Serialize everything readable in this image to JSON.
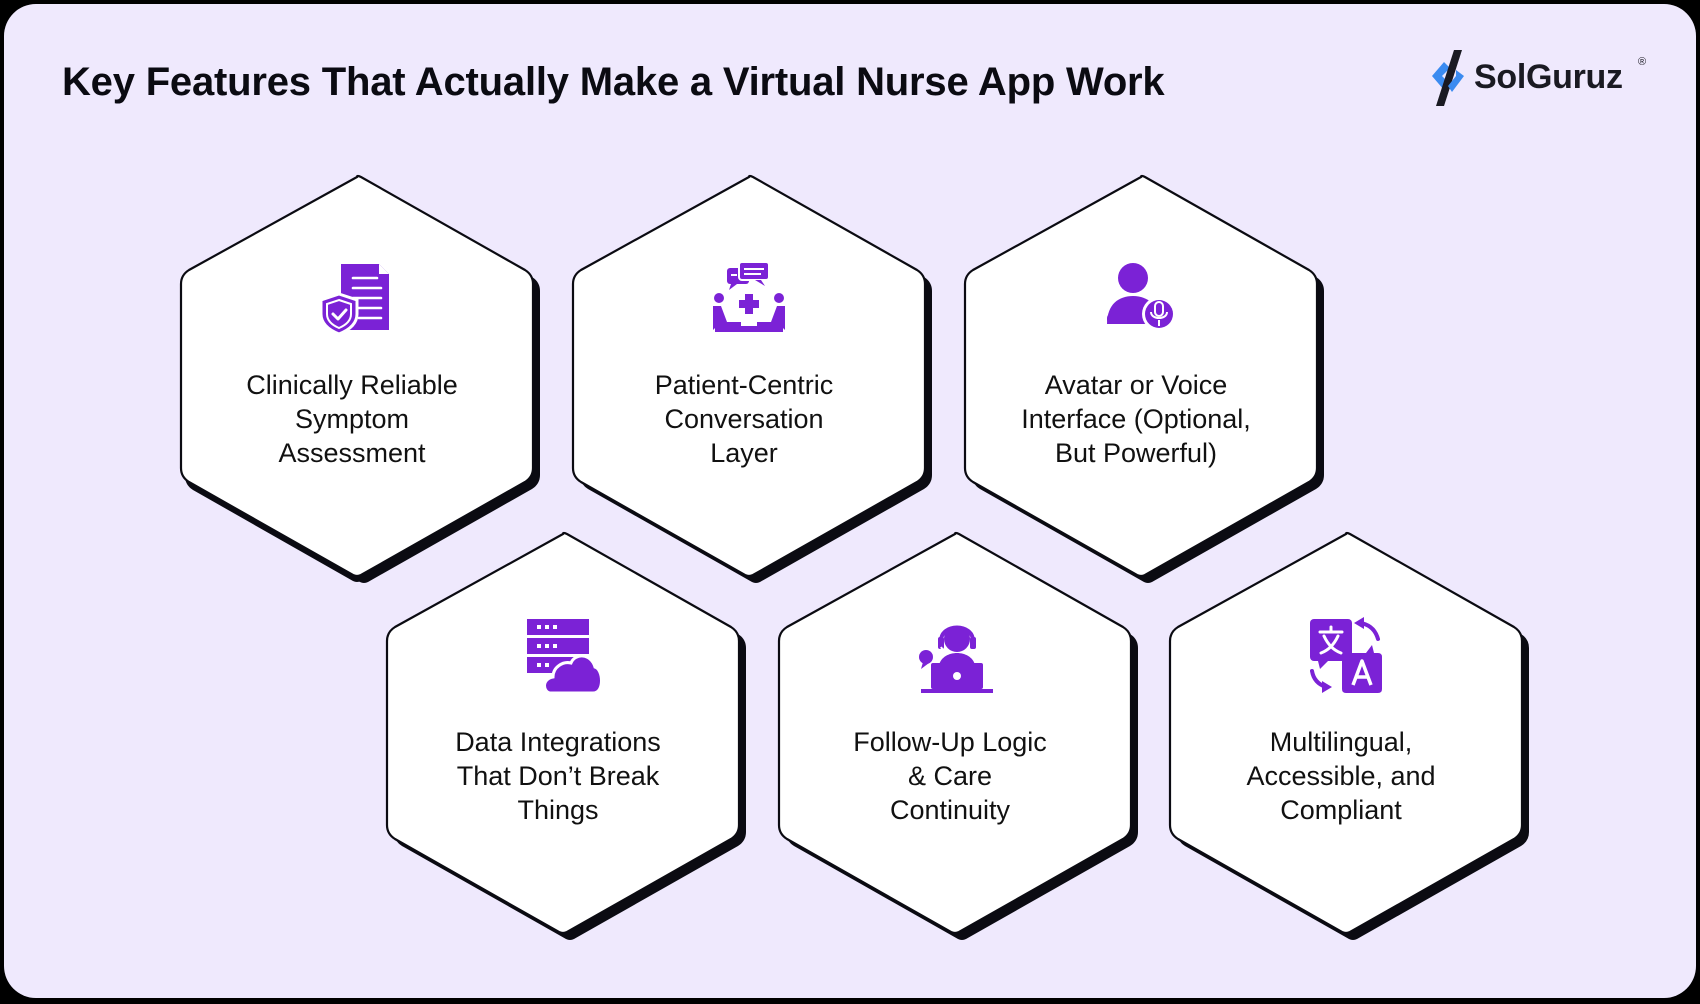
{
  "header": {
    "title": "Key Features That Actually Make a Virtual Nurse App Work"
  },
  "logo": {
    "name": "SolGuruz",
    "registered_mark": "®",
    "colors": {
      "mark_blue": "#3B8BF0",
      "mark_dark": "#1A1A22",
      "text": "#1A1A22"
    }
  },
  "theme": {
    "background": "#EFE9FD",
    "hex_fill": "#FFFFFF",
    "hex_stroke": "#0B0B12",
    "icon_color": "#7B22D6",
    "outer_frame": "#000000"
  },
  "features": [
    {
      "icon": "document-shield-check-icon",
      "lines": [
        "Clinically Reliable",
        "Symptom",
        "Assessment"
      ]
    },
    {
      "icon": "patient-conversation-icon",
      "lines": [
        "Patient-Centric",
        "Conversation",
        "Layer"
      ]
    },
    {
      "icon": "user-microphone-icon",
      "lines": [
        "Avatar or Voice",
        "Interface (Optional,",
        "But Powerful)"
      ]
    },
    {
      "icon": "server-cloud-icon",
      "lines": [
        "Data Integrations",
        "That Don’t Break",
        "Things"
      ]
    },
    {
      "icon": "support-agent-laptop-icon",
      "lines": [
        "Follow-Up Logic",
        "& Care",
        "Continuity"
      ]
    },
    {
      "icon": "translate-language-icon",
      "lines": [
        "Multilingual,",
        "Accessible, and",
        "Compliant"
      ]
    }
  ]
}
